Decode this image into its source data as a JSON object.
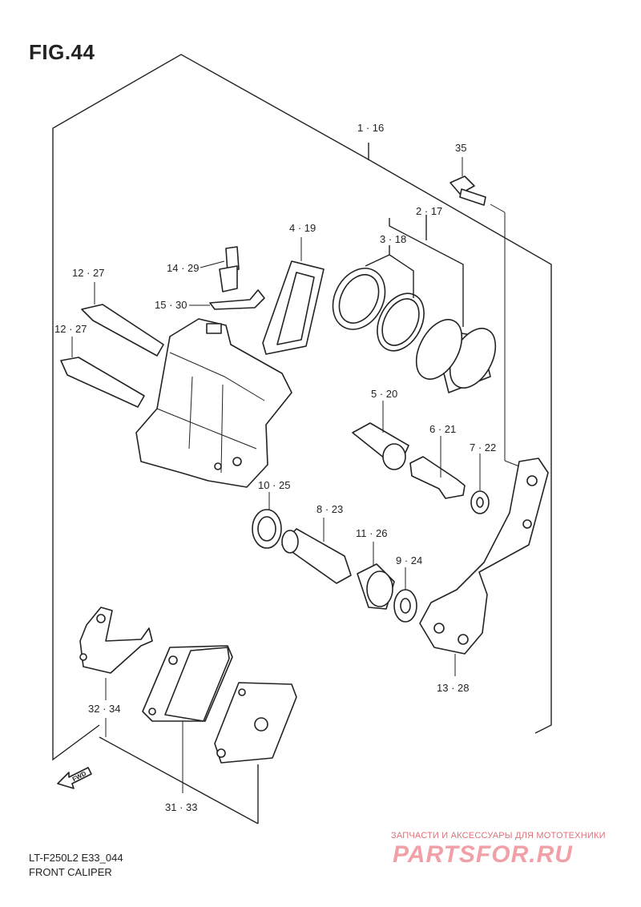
{
  "figure": {
    "title": "FIG.44",
    "model_code": "LT-F250L2 E33_044",
    "section_name": "FRONT CALIPER"
  },
  "callouts": [
    {
      "id": "c-1-16",
      "text": "1 · 16"
    },
    {
      "id": "c-35",
      "text": "35"
    },
    {
      "id": "c-2-17",
      "text": "2 · 17"
    },
    {
      "id": "c-3-18",
      "text": "3 · 18"
    },
    {
      "id": "c-4-19",
      "text": "4 · 19"
    },
    {
      "id": "c-14-29",
      "text": "14 · 29"
    },
    {
      "id": "c-15-30",
      "text": "15 · 30"
    },
    {
      "id": "c-12-27-a",
      "text": "12 · 27"
    },
    {
      "id": "c-12-27-b",
      "text": "12 · 27"
    },
    {
      "id": "c-5-20",
      "text": "5 · 20"
    },
    {
      "id": "c-6-21",
      "text": "6 · 21"
    },
    {
      "id": "c-7-22",
      "text": "7 · 22"
    },
    {
      "id": "c-10-25",
      "text": "10 · 25"
    },
    {
      "id": "c-8-23",
      "text": "8 · 23"
    },
    {
      "id": "c-11-26",
      "text": "11 · 26"
    },
    {
      "id": "c-9-24",
      "text": "9 · 24"
    },
    {
      "id": "c-13-28",
      "text": "13 · 28"
    },
    {
      "id": "c-32-34",
      "text": "32 · 34"
    },
    {
      "id": "c-31-33",
      "text": "31 · 33"
    }
  ],
  "fwd_label": "FWD",
  "watermark": {
    "line1": "ЗАПЧАСТИ И АКСЕССУАРЫ ДЛЯ МОТОТЕХНИКИ",
    "logo": "PARTSFOR.RU"
  }
}
